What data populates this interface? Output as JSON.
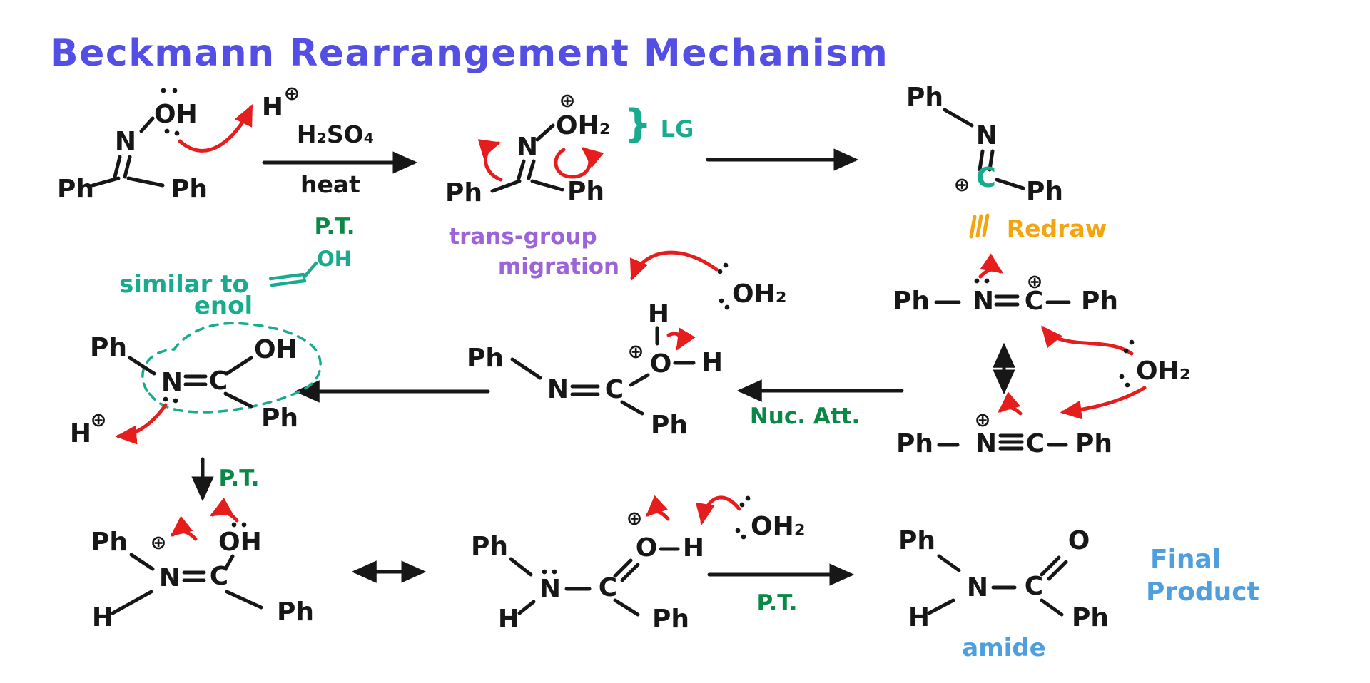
{
  "title": "Beckmann Rearrangement Mechanism",
  "colors": {
    "title_blue": "#544fe4",
    "ink": "#171717",
    "red": "#e61d1d",
    "teal": "#18ab8d",
    "green": "#0b8746",
    "purple": "#9c63da",
    "orange": "#f4a50d",
    "blue": "#4f9fdf"
  },
  "labels": {
    "reagent_above": "H₂SO₄",
    "reagent_below": "heat",
    "lg_brace": "}",
    "lg": "LG",
    "pt_enol": "P.T.",
    "similar_to": "similar to",
    "enol": "enol",
    "enol_oh": "OH",
    "trans_group": "trans-group",
    "migration": "migration",
    "redraw": "Redraw",
    "nuc_att": "Nuc. Att.",
    "pt_vertical": "P.T.",
    "pt_bottom": "P.T.",
    "amide": "amide",
    "final_line1": "Final",
    "final_line2": "Product"
  },
  "structures": {
    "oxime": {
      "oh": "OH",
      "n": "N",
      "ph_left": "Ph",
      "ph_right": "Ph",
      "h": "H",
      "plus": "⊕"
    },
    "protonated_oxime": {
      "plus": "⊕",
      "oh2": "OH₂",
      "n": "N",
      "ph_left": "Ph",
      "ph_right": "Ph"
    },
    "nitrilium_bent": {
      "ph_top": "Ph",
      "n": "N",
      "c": "C",
      "plus": "⊕",
      "ph_right": "Ph"
    },
    "nitrilium_res_top": {
      "ph_left": "Ph",
      "n": "N",
      "c": "C",
      "plus": "⊕",
      "ph_right": "Ph"
    },
    "nitrilium_res_bottom": {
      "ph_left": "Ph",
      "plus": "⊕",
      "n": "N",
      "c": "C",
      "ph_right": "Ph"
    },
    "water_right": {
      "formula": "OH₂"
    },
    "protonated_imidate": {
      "ph_left": "Ph",
      "n": "N",
      "c": "C",
      "plus": "⊕",
      "o": "O",
      "h_top": "H",
      "h_right": "H",
      "ph_bottom": "Ph"
    },
    "water_mid": {
      "formula": "OH₂"
    },
    "imidate": {
      "ph_left": "Ph",
      "n": "N",
      "c": "C",
      "oh": "OH",
      "ph_bottom": "Ph",
      "h": "H",
      "plus": "⊕"
    },
    "iminium": {
      "ph_left": "Ph",
      "plus": "⊕",
      "oh": "OH",
      "n": "N",
      "c": "C",
      "ph_bottom": "Ph",
      "h": "H"
    },
    "o_protonated_amide": {
      "ph_left": "Ph",
      "n": "N",
      "c": "C",
      "o": "O",
      "plus": "⊕",
      "h_right": "H",
      "ph_bottom": "Ph",
      "h": "H"
    },
    "water_bottom": {
      "formula": "OH₂"
    },
    "amide_product": {
      "ph_left": "Ph",
      "n": "N",
      "c": "C",
      "o": "O",
      "ph_bottom": "Ph",
      "h": "H"
    }
  }
}
